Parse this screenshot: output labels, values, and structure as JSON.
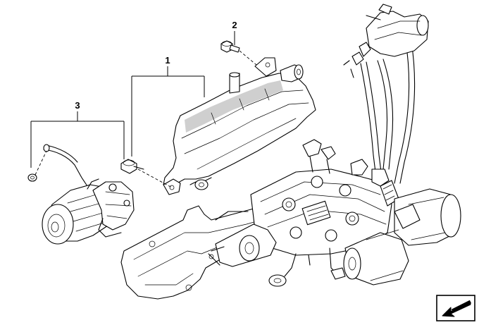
{
  "diagram": {
    "callouts": [
      {
        "id": "1",
        "label": "1"
      },
      {
        "id": "2",
        "label": "2"
      },
      {
        "id": "3",
        "label": "3"
      }
    ],
    "icons": {
      "nav_arrow": "arrow-down-left-icon"
    },
    "colors": {
      "line": "#000000",
      "background": "#ffffff",
      "shade": "#cfcfcf"
    }
  }
}
